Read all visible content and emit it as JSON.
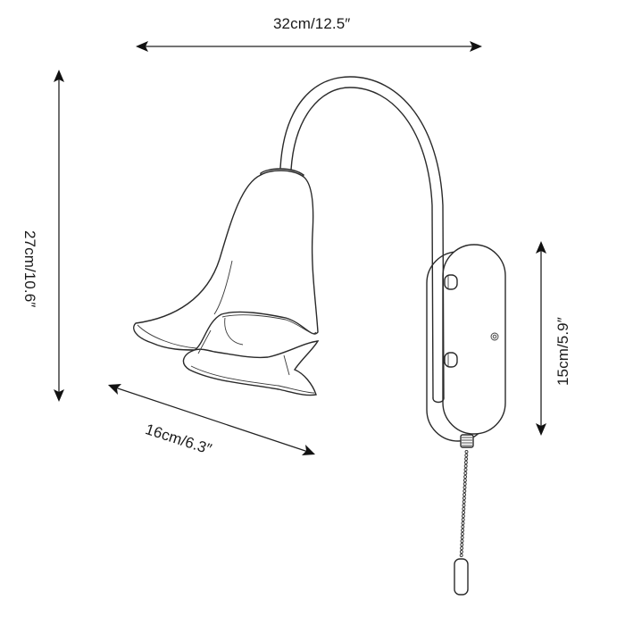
{
  "figure": {
    "subject": "Wall sconce lamp with tulip glass shade and pull-chain switch",
    "stroke_color": "#2a2a2a",
    "background_color": "#ffffff"
  },
  "dimensions": {
    "overall_width": {
      "label": "32cm/12.5″",
      "orientation": "horizontal"
    },
    "overall_height": {
      "label": "27cm/10.6″",
      "orientation": "vertical"
    },
    "shade_depth": {
      "label": "16cm/6.3″",
      "orientation": "diagonal"
    },
    "backplate_height": {
      "label": "15cm/5.9″",
      "orientation": "vertical"
    }
  },
  "parts": {
    "arm": "curved-arm",
    "shade": "tulip-shade",
    "backplate": "oval-backplate",
    "screws": 2,
    "pull_chain": "pull-chain-switch"
  }
}
